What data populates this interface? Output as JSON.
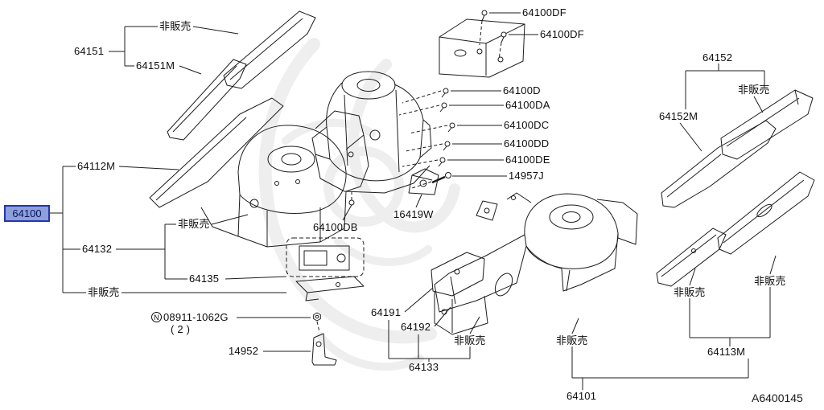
{
  "diagram": {
    "ref_code": "A6400145",
    "selected_part": "64100",
    "highlight": {
      "bg": "#8da0da",
      "border": "#2336ae",
      "text": "#0a1260"
    }
  },
  "labels": {
    "df1": "64100DF",
    "df2": "64100DF",
    "p64151": "64151",
    "p64151m": "64151M",
    "p64112m": "64112M",
    "p64100": "64100",
    "p64132": "64132",
    "p64135": "64135",
    "p64100db": "64100DB",
    "p64100d": "64100D",
    "p64100da": "64100DA",
    "p64100dc": "64100DC",
    "p64100dd": "64100DD",
    "p64100de": "64100DE",
    "p14957j": "14957J",
    "p16419w": "16419W",
    "p64152": "64152",
    "p64152m": "64152M",
    "nut_prefix": "N",
    "nut_part": "08911-1062G",
    "nut_qty": "( 2 )",
    "p14952": "14952",
    "p64191": "64191",
    "p64192": "64192",
    "p64133": "64133",
    "p64101": "64101",
    "p64113m": "64113M",
    "not_for_sale": "非販売",
    "ref_code": "A6400145"
  }
}
